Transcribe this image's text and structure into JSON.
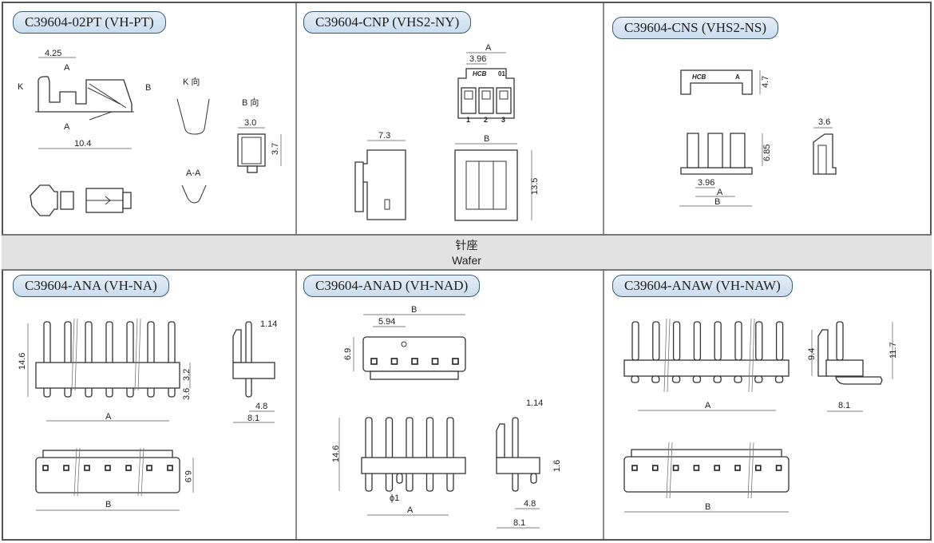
{
  "sections": {
    "terminal": {
      "title": "C39604-02PT (VH-PT)",
      "labels": {
        "k": "K",
        "b": "B",
        "a_top": "A",
        "a_bottom": "A",
        "k_view": "K 向",
        "b_view": "B 向",
        "section_aa": "A-A"
      },
      "dims": {
        "d1": "4.25",
        "d2": "10.4",
        "d3": "3.0",
        "d4": "3.7"
      }
    },
    "housing_cnp": {
      "title": "C39604-CNP (VHS2-NY)",
      "labels": {
        "a": "A",
        "b": "B",
        "mark": "HCB",
        "mark2": "01",
        "pin1": "1",
        "pin2": "2",
        "pin3": "3"
      },
      "dims": {
        "pitch": "3.96",
        "depth": "7.3",
        "height": "13.5"
      }
    },
    "housing_cns": {
      "title": "C39604-CNS (VHS2-NS)",
      "labels": {
        "a": "A",
        "b": "B",
        "mark": "HCB",
        "mark2": "A"
      },
      "dims": {
        "h1": "4.7",
        "h2": "6.85",
        "pitch": "3.96",
        "depth": "3.6"
      }
    }
  },
  "banner": {
    "zh": "针座",
    "en": "Wafer"
  },
  "wafers": {
    "ana": {
      "title": "C39604-ANA (VH-NA)",
      "labels": {
        "a": "A",
        "b": "B"
      },
      "dims": {
        "h": "14.6",
        "h2": "3.2",
        "h3": "3.6",
        "pin": "1.14",
        "d1": "4.8",
        "d2": "8.1",
        "w": "6.9"
      }
    },
    "anad": {
      "title": "C39604-ANAD (VH-NAD)",
      "labels": {
        "a": "A",
        "b": "B"
      },
      "dims": {
        "pitch": "5.94",
        "w": "6.9",
        "h": "14.6",
        "peg": "ϕ1",
        "pin": "1.14",
        "h2": "1.6",
        "d1": "4.8",
        "d2": "8.1"
      }
    },
    "anaw": {
      "title": "C39604-ANAW (VH-NAW)",
      "labels": {
        "a": "A",
        "b": "B"
      },
      "dims": {
        "h1": "9.4",
        "h2": "11.7",
        "d": "8.1"
      }
    }
  }
}
